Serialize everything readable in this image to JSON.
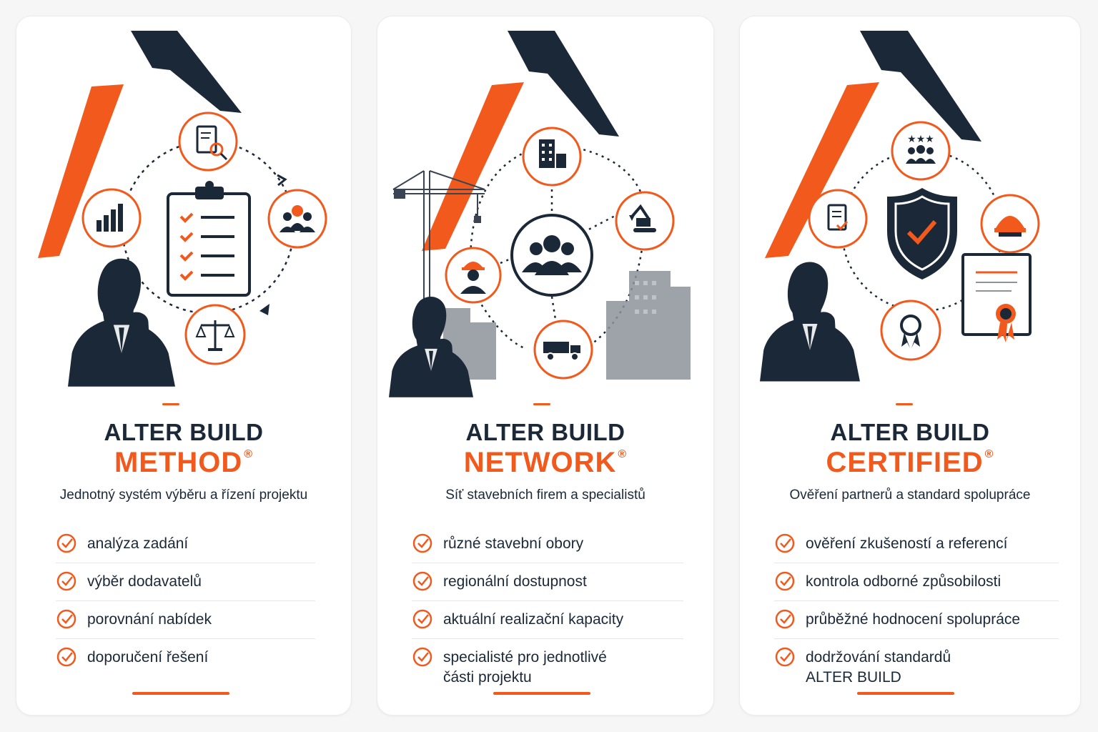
{
  "cards": [
    {
      "title_line1": "ALTER BUILD",
      "title_line2": "METHOD",
      "reg_mark": "®",
      "subtitle": "Jednotný systém výběru a řízení projektu",
      "items": [
        "analýza zadání",
        "výběr dodavatelů",
        "porovnání nabídek",
        "doporučení řešení"
      ],
      "icons": [
        "document-search-icon",
        "bar-chart-icon",
        "team-icon",
        "scales-icon",
        "clipboard-checklist-icon",
        "thinking-person-icon"
      ]
    },
    {
      "title_line1": "ALTER BUILD",
      "title_line2": "NETWORK",
      "reg_mark": "®",
      "subtitle": "Síť stavebních firem a specialistů",
      "items": [
        "různé stavební obory",
        "regionální dostupnost",
        "aktuální realizační kapacity",
        "specialisté pro jednotlivé části projektu"
      ],
      "icons": [
        "building-icon",
        "worker-icon",
        "group-icon",
        "excavator-icon",
        "dump-truck-icon",
        "crane-icon",
        "thinking-person-icon"
      ]
    },
    {
      "title_line1": "ALTER BUILD",
      "title_line2": "CERTIFIED",
      "reg_mark": "®",
      "subtitle": "Ověření partnerů a standard spolupráce",
      "items": [
        "ověření zkušeností a referencí",
        "kontrola odborné způsobilosti",
        "průběžné hodnocení spolupráce",
        "dodržování standardů ALTER BUILD"
      ],
      "icons": [
        "rated-team-icon",
        "document-check-icon",
        "hard-hat-icon",
        "shield-check-icon",
        "award-badge-icon",
        "certificate-icon",
        "thinking-person-icon"
      ]
    }
  ],
  "colors": {
    "accent": "#f2591c",
    "navy": "#1b2838",
    "gray": "#8d939b"
  }
}
